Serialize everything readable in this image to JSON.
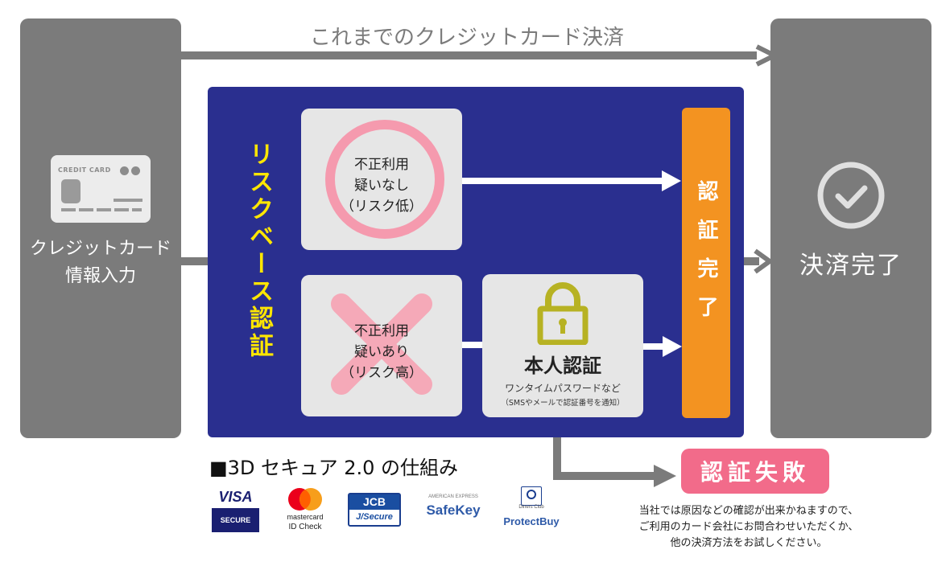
{
  "top_flow_label": "これまでのクレジットカード決済",
  "left_panel": {
    "card_label": "CREDIT CARD",
    "title_line1": "クレジットカード",
    "title_line2": "情報入力"
  },
  "right_panel": {
    "title": "決済完了"
  },
  "risk_panel": {
    "vertical_title": "リスクベース認証",
    "low_risk": {
      "line1": "不正利用",
      "line2": "疑いなし",
      "line3": "（リスク低）"
    },
    "high_risk": {
      "line1": "不正利用",
      "line2": "疑いあり",
      "line3": "（リスク高）"
    },
    "identity": {
      "title": "本人認証",
      "sub1": "ワンタイムパスワードなど",
      "sub2": "（SMSやメールで認証番号を通知）"
    },
    "auth_complete": "認証完了"
  },
  "mechanism_caption": "■3D セキュア 2.0 の仕組み",
  "failure": {
    "badge": "認証失敗",
    "note_line1": "当社では原因などの確認が出来かねますので、",
    "note_line2": "ご利用のカード会社にお問合わせいただくか、",
    "note_line3": "他の決済方法をお試しください。"
  },
  "logos": {
    "visa_top": "VISA",
    "visa_bottom": "SECURE",
    "mc_line1": "mastercard",
    "mc_line2": "ID Check",
    "jcb_top": "JCB",
    "jcb_bottom": "J/Secure",
    "amex_small": "AMERICAN EXPRESS",
    "amex_main": "SafeKey",
    "diners_small": "Diners Club",
    "diners_main": "ProtectBuy"
  },
  "colors": {
    "gray": "#7b7b7b",
    "navy": "#2a2f8f",
    "orange": "#f39321",
    "pink": "#f26b8a",
    "yellow": "#ffe600"
  }
}
